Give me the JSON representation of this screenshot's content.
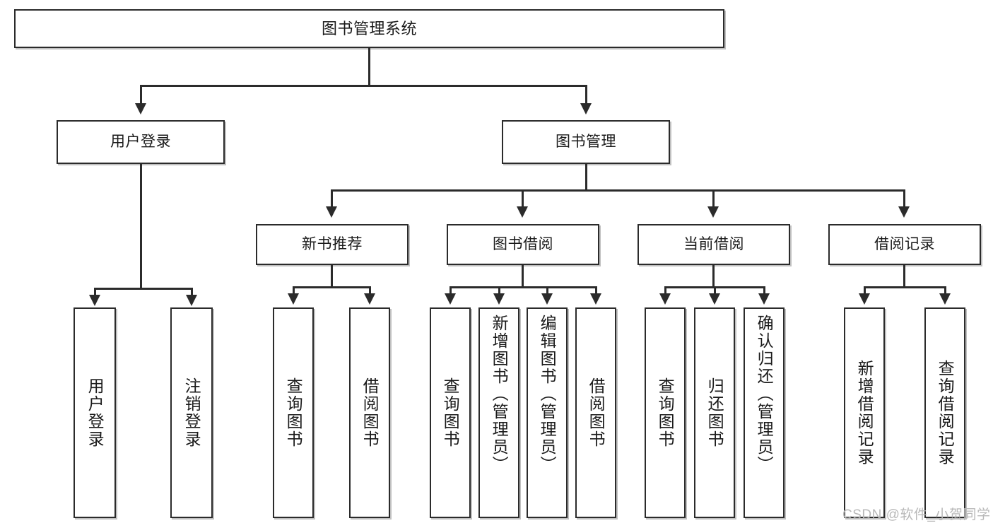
{
  "diagram": {
    "title": "图书管理系统",
    "type": "hierarchy-tree",
    "watermark": "CSDN @软件_小贺同学",
    "colors": {
      "box_border": "#2b2b2b",
      "box_fill": "#ffffff",
      "connector": "#2b2b2b",
      "watermark": "#b8b8b8",
      "background": "#ffffff"
    },
    "root": {
      "label": "图书管理系统"
    },
    "level2": [
      {
        "label": "用户登录"
      },
      {
        "label": "图书管理"
      }
    ],
    "level3": [
      {
        "label": "新书推荐"
      },
      {
        "label": "图书借阅"
      },
      {
        "label": "当前借阅"
      },
      {
        "label": "借阅记录"
      }
    ],
    "leaves": {
      "user_login": [
        {
          "label": "用户登录"
        },
        {
          "label": "注销登录"
        }
      ],
      "new_book_recommend": [
        {
          "label": "查询图书"
        },
        {
          "label": "借阅图书"
        }
      ],
      "book_borrow": [
        {
          "label": "查询图书"
        },
        {
          "label": "新增图书（管理员）"
        },
        {
          "label": "编辑图书（管理员）"
        },
        {
          "label": "借阅图书"
        }
      ],
      "current_borrow": [
        {
          "label": "查询图书"
        },
        {
          "label": "归还图书"
        },
        {
          "label": "确认归还（管理员）"
        }
      ],
      "borrow_record": [
        {
          "label": "新增借阅记录"
        },
        {
          "label": "查询借阅记录"
        }
      ]
    }
  }
}
